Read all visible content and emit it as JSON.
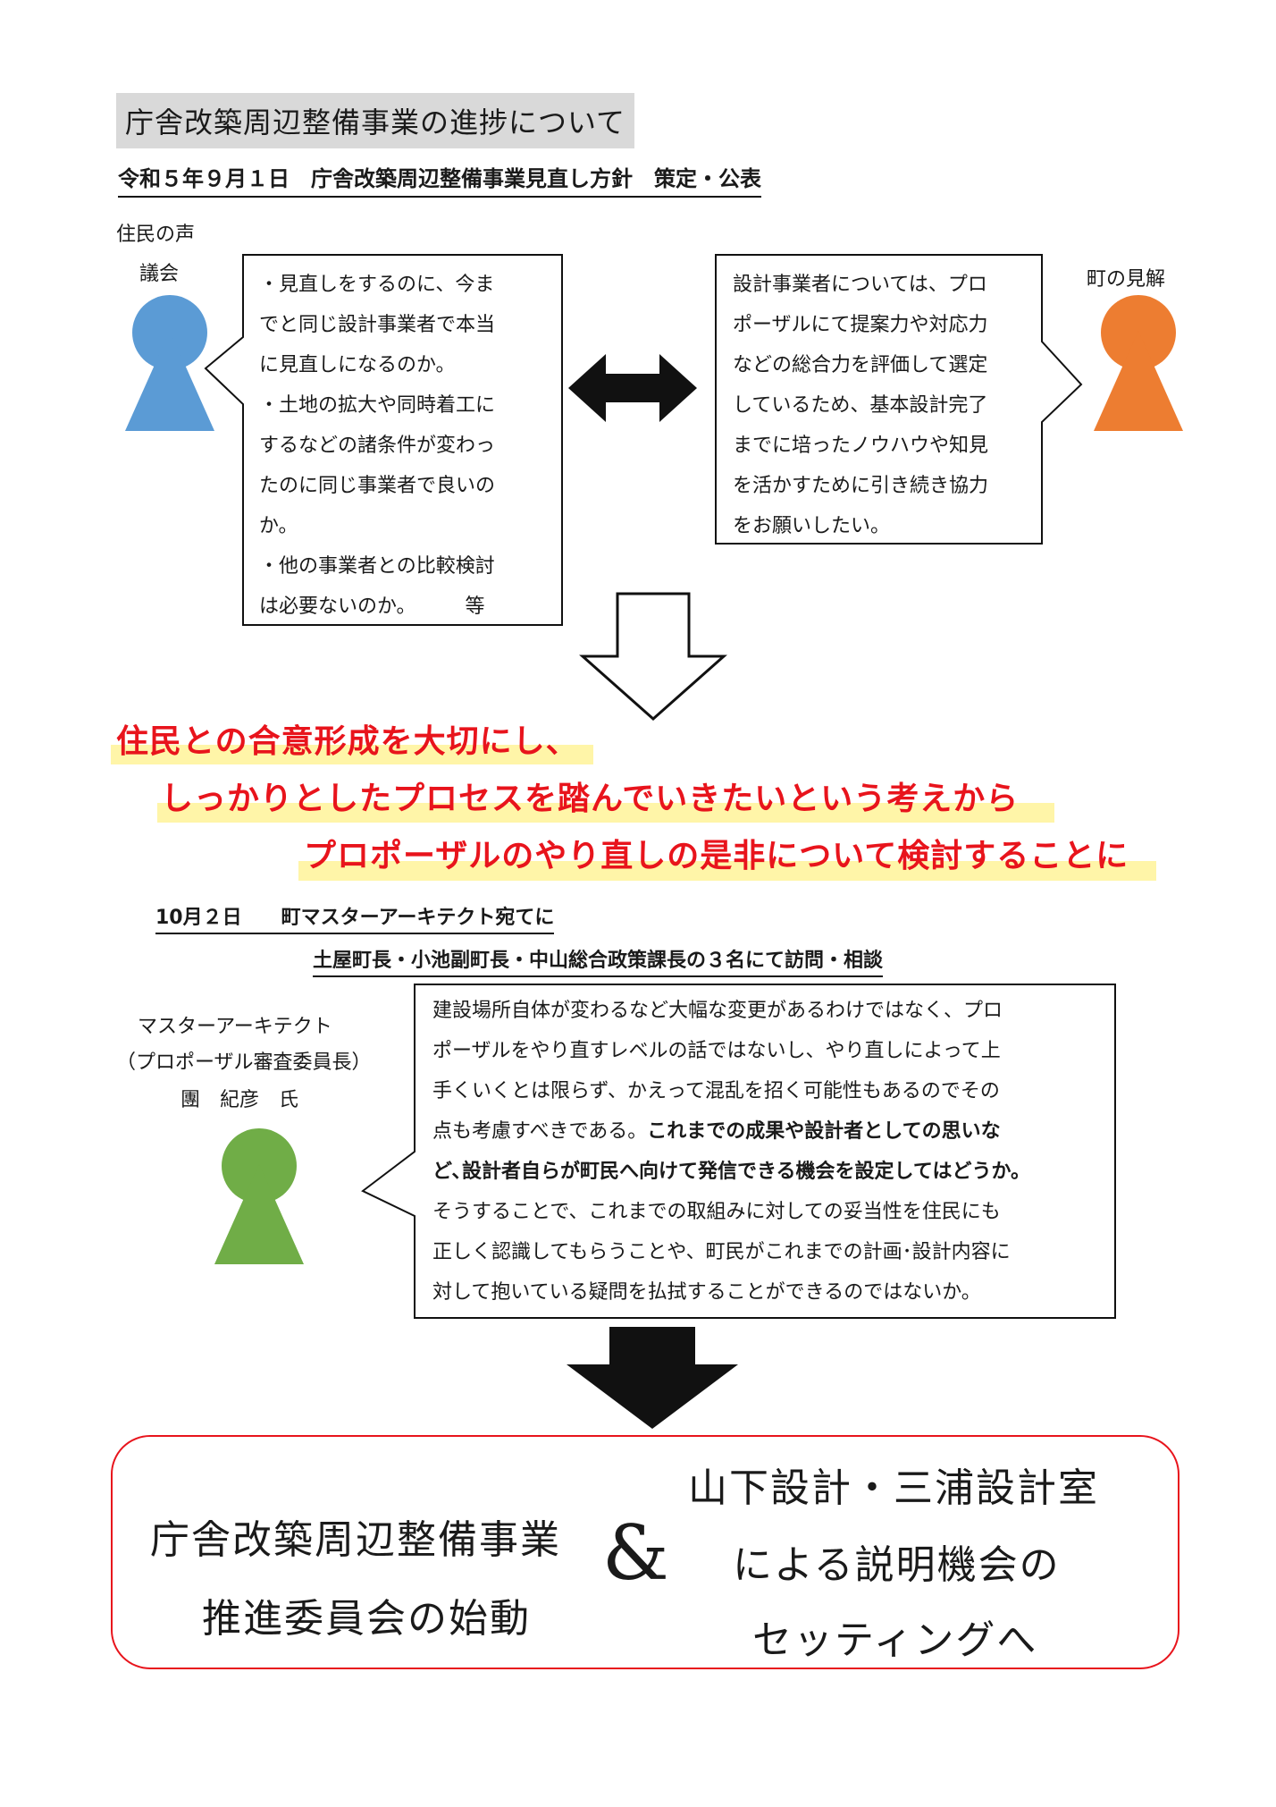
{
  "header": {
    "title": "庁舎改築周辺整備事業の進捗について",
    "date_line": "令和５年９月１日　庁舎改築周辺整備事業見直し方針　策定・公表"
  },
  "residents": {
    "label_line1": "住民の声",
    "label_line2": "議会",
    "bubble_lines": [
      "・見直しをするのに、今ま",
      "でと同じ設計事業者で本当",
      "に見直しになるのか。",
      "・土地の拡大や同時着工に",
      "するなどの諸条件が変わっ",
      "たのに同じ事業者で良いの",
      "か。",
      "・他の事業者との比較検討",
      "は必要ないのか。　　　等"
    ]
  },
  "town": {
    "label": "町の見解",
    "bubble_lines": [
      "設計事業者については、プロ",
      "ポーザルにて提案力や対応力",
      "などの総合力を評価して選定",
      "しているため、基本設計完了",
      "までに培ったノウハウや知見",
      "を活かすために引き続き協力",
      "をお願いしたい。"
    ]
  },
  "highlight": {
    "line1": "住民との合意形成を大切にし、",
    "line2": "しっかりとしたプロセスを踏んでいきたいという考えから",
    "line3": "プロポーザルのやり直しの是非について検討することに"
  },
  "visit": {
    "date_line": "10月２日　　町マスターアーキテクト宛てに",
    "members_line": "土屋町長・小池副町長・中山総合政策課長の３名にて訪問・相談"
  },
  "architect": {
    "label_line1": "マスターアーキテクト",
    "label_line2": "（プロポーザル審査委員長）",
    "label_line3": "團　紀彦　氏",
    "bubble": {
      "line1": "建設場所自体が変わるなど大幅な変更があるわけではなく、プロ",
      "line2": "ポーザルをやり直すレベルの話ではないし、やり直しによって上",
      "line3": "手くいくとは限らず、かえって混乱を招く可能性もあるのでその",
      "line4_plain": "点も考慮すべきである。",
      "line4_bold": "これまでの成果や設計者としての思いな",
      "line5_bold": "ど､設計者自らが町民へ向けて発信できる機会を設定してはどうか。",
      "line6": "そうすることで、これまでの取組みに対しての妥当性を住民にも",
      "line7": "正しく認識してもらうことや、町民がこれまでの計画･設計内容に",
      "line8": "対して抱いている疑問を払拭することができるのではないか。"
    }
  },
  "conclusion": {
    "left_line1": "庁舎改築周辺整備事業",
    "left_line2": "推進委員会の始動",
    "ampersand": "&",
    "right_line1": "山下設計・三浦設計室",
    "right_line2": "による説明機会の",
    "right_line3": "セッティングへ"
  },
  "colors": {
    "residents_figure": "#5b9bd5",
    "town_figure": "#ed7d31",
    "architect_figure": "#70ad47",
    "highlight_text": "#e8141c",
    "highlight_marker": "#fff5a8",
    "final_border": "#e8141c"
  },
  "icons": {
    "residents": "person-icon",
    "town": "person-icon",
    "architect": "person-icon",
    "exchange": "double-arrow-icon",
    "flow1": "down-arrow-outline-icon",
    "flow2": "down-arrow-filled-icon"
  }
}
